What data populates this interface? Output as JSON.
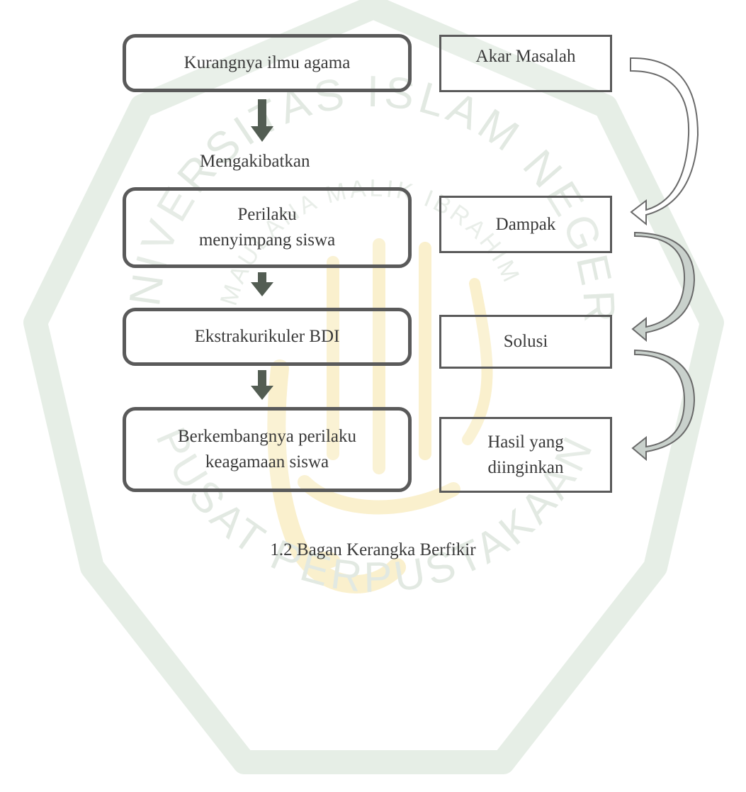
{
  "diagram": {
    "left_column": [
      {
        "name": "kurangnya-ilmu-agama-box",
        "text": "Kurangnya ilmu agama"
      },
      {
        "name": "perilaku-menyimpang-box",
        "text": "Perilaku menyimpang siswa"
      },
      {
        "name": "ekstrakurikuler-bdi-box",
        "text": "Ekstrakurikuler BDI"
      },
      {
        "name": "berkembangnya-perilaku-box",
        "text": "Berkembangnya perilaku keagamaan siswa"
      }
    ],
    "right_column": [
      {
        "name": "akar-masalah-box",
        "text": "Akar Masalah"
      },
      {
        "name": "dampak-box",
        "text": "Dampak"
      },
      {
        "name": "solusi-box",
        "text": "Solusi"
      },
      {
        "name": "hasil-box",
        "text": "Hasil yang diinginkan"
      }
    ],
    "effect_label": "Mengakibatkan",
    "caption": "1.2 Bagan Kerangka Berfikir"
  },
  "watermark": {
    "top_text": "UNIVERSITAS ISLAM NEGERI",
    "inner_text": "MAULANA MALIK IBRAHIM",
    "bottom_text": "PUSAT PERPUSTAKAAN"
  },
  "colors": {
    "box_border": "#5a5a5a",
    "down_arrow": "#535d53",
    "curved_arrow_fill": "#c9d1cc",
    "watermark_green": "#dfe8df",
    "watermark_gold": "#faf0cd"
  }
}
